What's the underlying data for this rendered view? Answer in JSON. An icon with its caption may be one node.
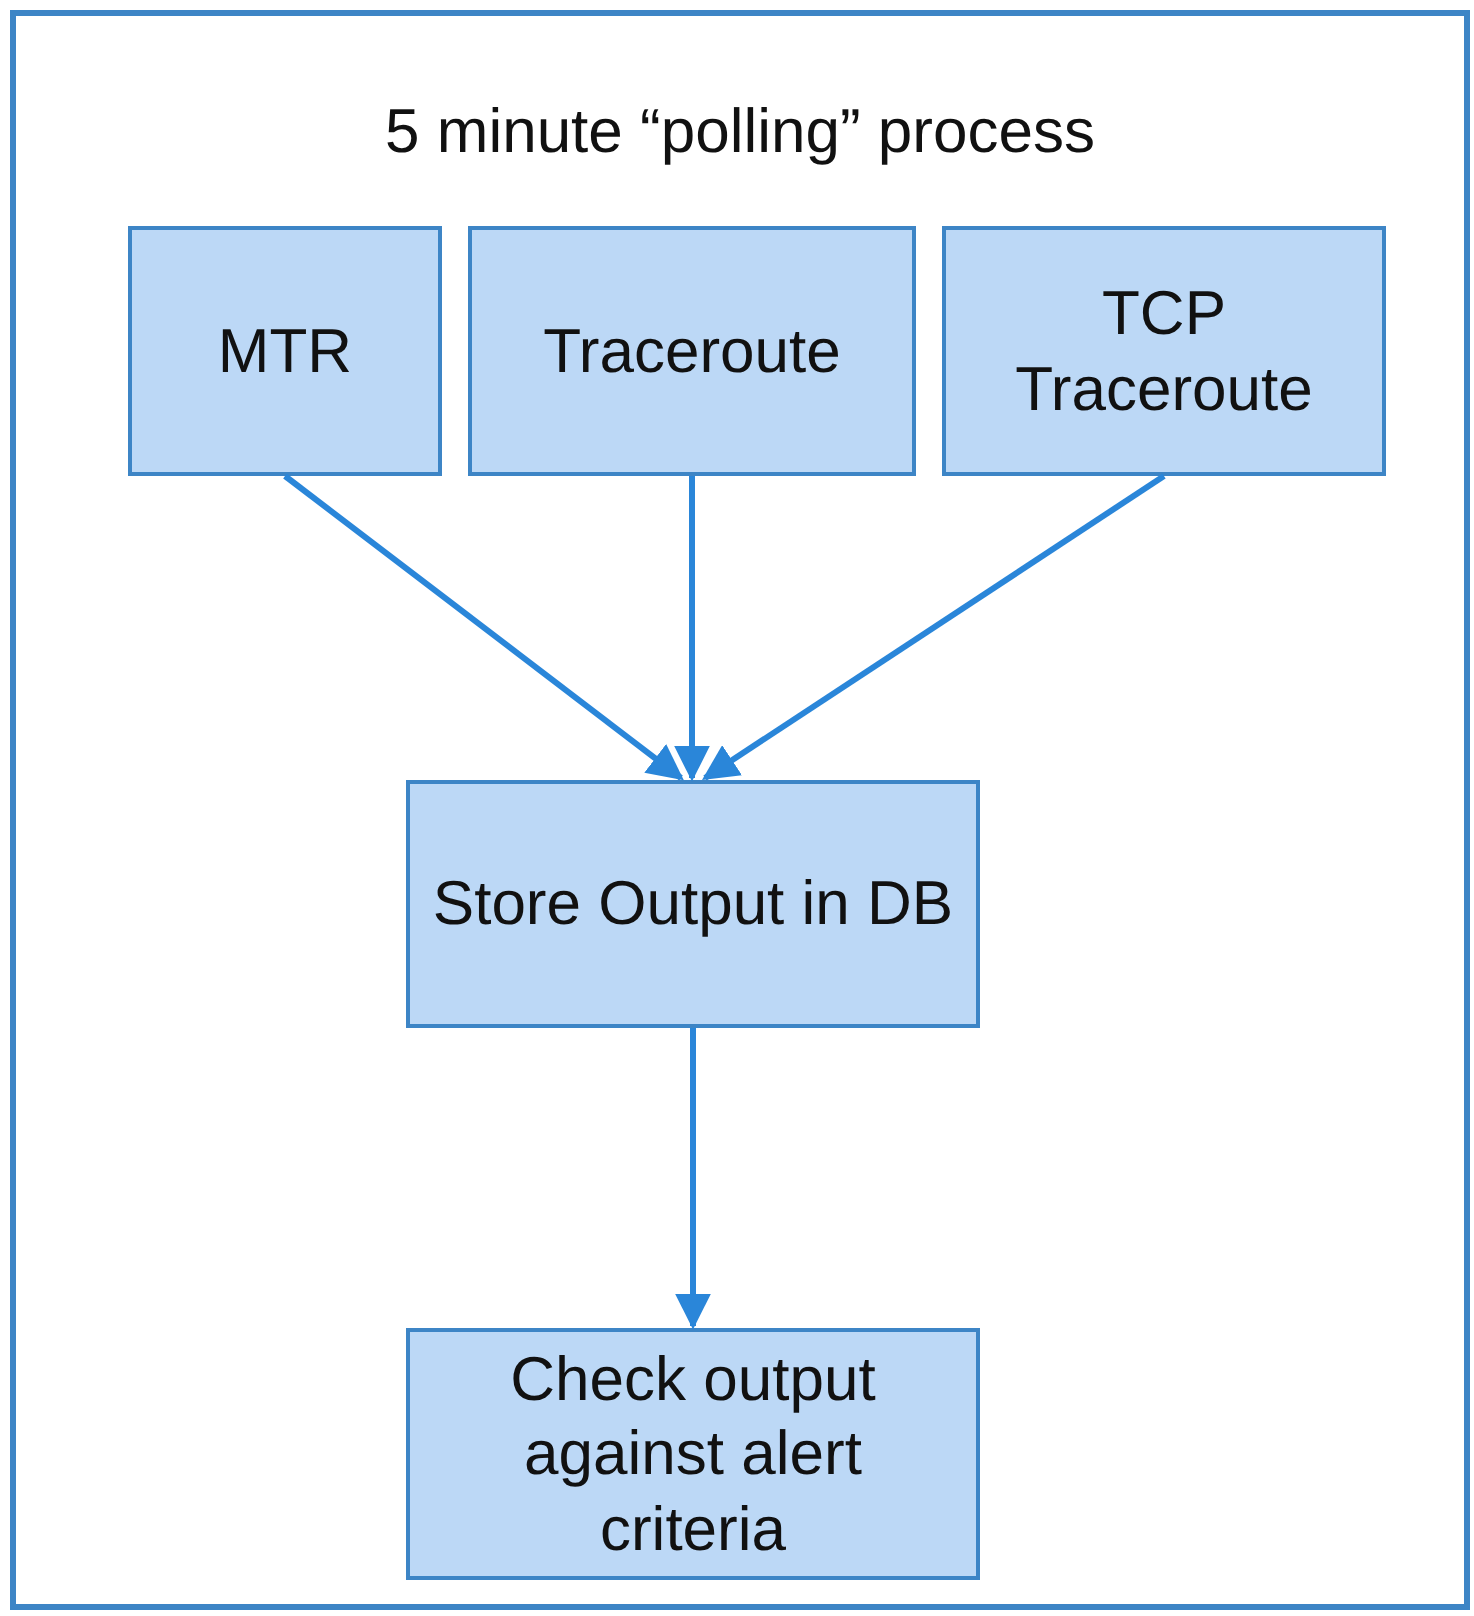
{
  "diagram": {
    "nodes": [
      {
        "text": [
          "5 minute “polling” process"
        ]
      },
      {
        "text": [
          "MTR"
        ],
        "in": 0
      },
      {
        "text": [
          "Traceroute"
        ],
        "in": 0
      },
      {
        "text": [
          "TCP Traceroute"
        ],
        "in": 0
      },
      {
        "text": [
          "Store Output in DB"
        ],
        "in": 0
      },
      {
        "text": [
          "Check output against alert criteria"
        ],
        "in": 0
      }
    ],
    "edges": [
      {
        "from": 1,
        "to": 4,
        "arrow": "to"
      },
      {
        "from": 2,
        "to": 4,
        "arrow": "to"
      },
      {
        "from": 3,
        "to": 4,
        "arrow": "to"
      },
      {
        "from": 4,
        "to": 5,
        "arrow": "to"
      }
    ]
  }
}
